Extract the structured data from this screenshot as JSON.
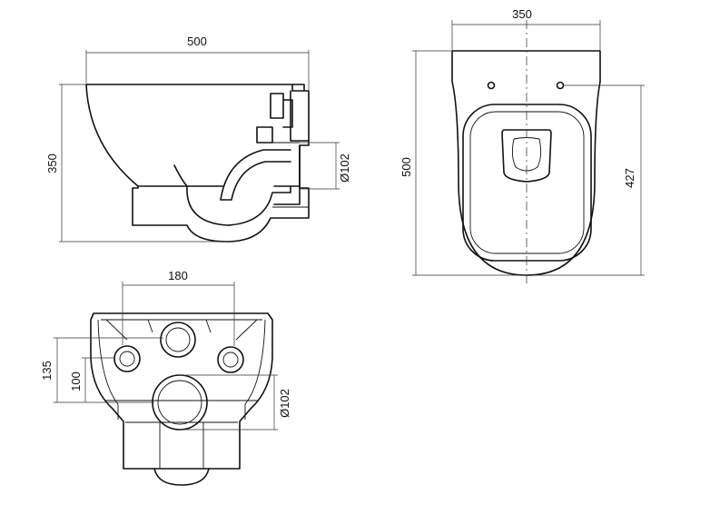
{
  "side_view": {
    "width_label": "500",
    "height_label": "350",
    "outlet_label": "Ø102"
  },
  "top_view": {
    "width_label": "350",
    "depth_label": "500",
    "bowl_label": "427"
  },
  "rear_view": {
    "spacing_label": "180",
    "height_outer_label": "135",
    "height_inner_label": "100",
    "outlet_label": "Ø102"
  }
}
